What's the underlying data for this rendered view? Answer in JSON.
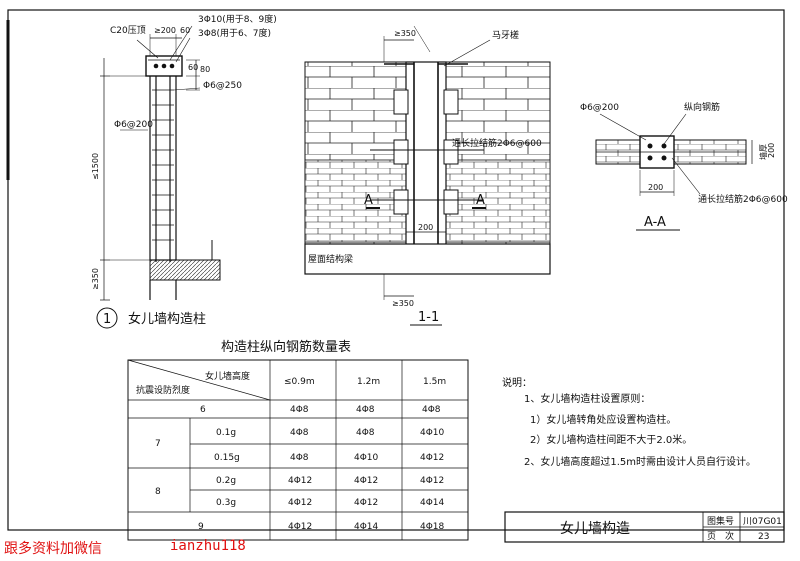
{
  "left_detail": {
    "labels": {
      "top_cap": "C20压顶",
      "w200": "≥200",
      "w60": "60",
      "bar1": "3Φ10(用于8、9度)",
      "bar2": "3Φ8(用于6、7度)",
      "d60": "60",
      "d80": "80",
      "stirrup_top": "Φ6@250",
      "stirrup": "Φ6@200",
      "height": "≤1500",
      "anchor": "≥350"
    },
    "caption_num": "1",
    "caption": "女儿墙构造柱"
  },
  "middle_detail": {
    "labels": {
      "top_dim": "≥350",
      "mayacha": "马牙槎",
      "tie": "通长拉结筋2Φ6@600",
      "section_a": "A",
      "width200": "200",
      "roof_beam": "屋面结构梁",
      "bottom_dim": "≥350"
    },
    "caption": "1-1"
  },
  "right_detail": {
    "labels": {
      "stirrup": "Φ6@200",
      "long_bar": "纵向钢筋",
      "thk": "墙厚",
      "d200v": "200",
      "d200": "200",
      "tie": "通长拉结筋2Φ6@600"
    },
    "caption": "A-A"
  },
  "table": {
    "title": "构造柱纵向钢筋数量表",
    "corner_top": "女儿墙高度",
    "corner_bottom": "抗震设防烈度",
    "col_heads": [
      "≤0.9m",
      "1.2m",
      "1.5m"
    ],
    "rows": [
      {
        "deg": "6",
        "acc": "",
        "v": [
          "4Φ8",
          "4Φ8",
          "4Φ8"
        ]
      },
      {
        "deg": "7",
        "acc": "0.1g",
        "v": [
          "4Φ8",
          "4Φ8",
          "4Φ10"
        ]
      },
      {
        "deg": "",
        "acc": "0.15g",
        "v": [
          "4Φ8",
          "4Φ10",
          "4Φ12"
        ]
      },
      {
        "deg": "8",
        "acc": "0.2g",
        "v": [
          "4Φ12",
          "4Φ12",
          "4Φ12"
        ]
      },
      {
        "deg": "",
        "acc": "0.3g",
        "v": [
          "4Φ12",
          "4Φ12",
          "4Φ14"
        ]
      },
      {
        "deg": "9",
        "acc": "",
        "v": [
          "4Φ12",
          "4Φ14",
          "4Φ18"
        ]
      }
    ]
  },
  "notes": {
    "heading": "说明：",
    "items": [
      "1、女儿墙构造柱设置原则：",
      "1）女儿墙转角处应设置构造柱。",
      "2）女儿墙构造柱间距不大于2.0米。",
      "2、女儿墙高度超过1.5m时需由设计人员自行设计。"
    ]
  },
  "title_block": {
    "title": "女儿墙构造",
    "atlas_label": "图集号",
    "atlas_no": "川07G01",
    "page_label": "页　次",
    "page_no": "23"
  },
  "watermark": {
    "left": "跟多资料加微信",
    "right": "ianzhu118"
  }
}
